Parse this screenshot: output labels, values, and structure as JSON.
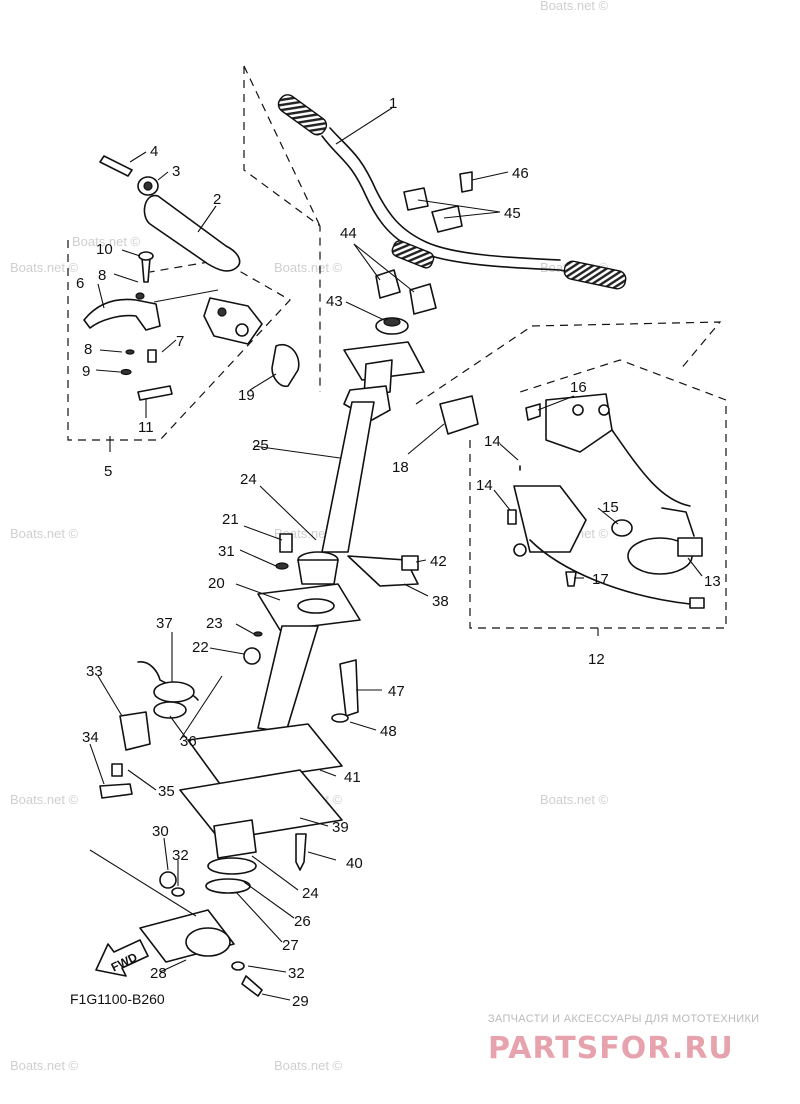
{
  "diagram": {
    "code": "F1G1100-B260",
    "fwd_label": "FWD",
    "callouts": [
      "1",
      "2",
      "3",
      "4",
      "5",
      "6",
      "7",
      "8",
      "8",
      "9",
      "10",
      "11",
      "12",
      "13",
      "14",
      "14",
      "15",
      "16",
      "17",
      "18",
      "19",
      "20",
      "21",
      "22",
      "23",
      "24",
      "24",
      "25",
      "26",
      "27",
      "28",
      "29",
      "30",
      "31",
      "32",
      "32",
      "33",
      "34",
      "35",
      "36",
      "37",
      "38",
      "39",
      "40",
      "41",
      "42",
      "43",
      "44",
      "45",
      "46",
      "47",
      "48"
    ],
    "watermark": "Boats.net ©",
    "brand": {
      "tagline": "ЗАПЧАСТИ И АКСЕССУАРЫ ДЛЯ МОТОТЕХНИКИ",
      "name": "PARTSFOR.RU"
    }
  }
}
